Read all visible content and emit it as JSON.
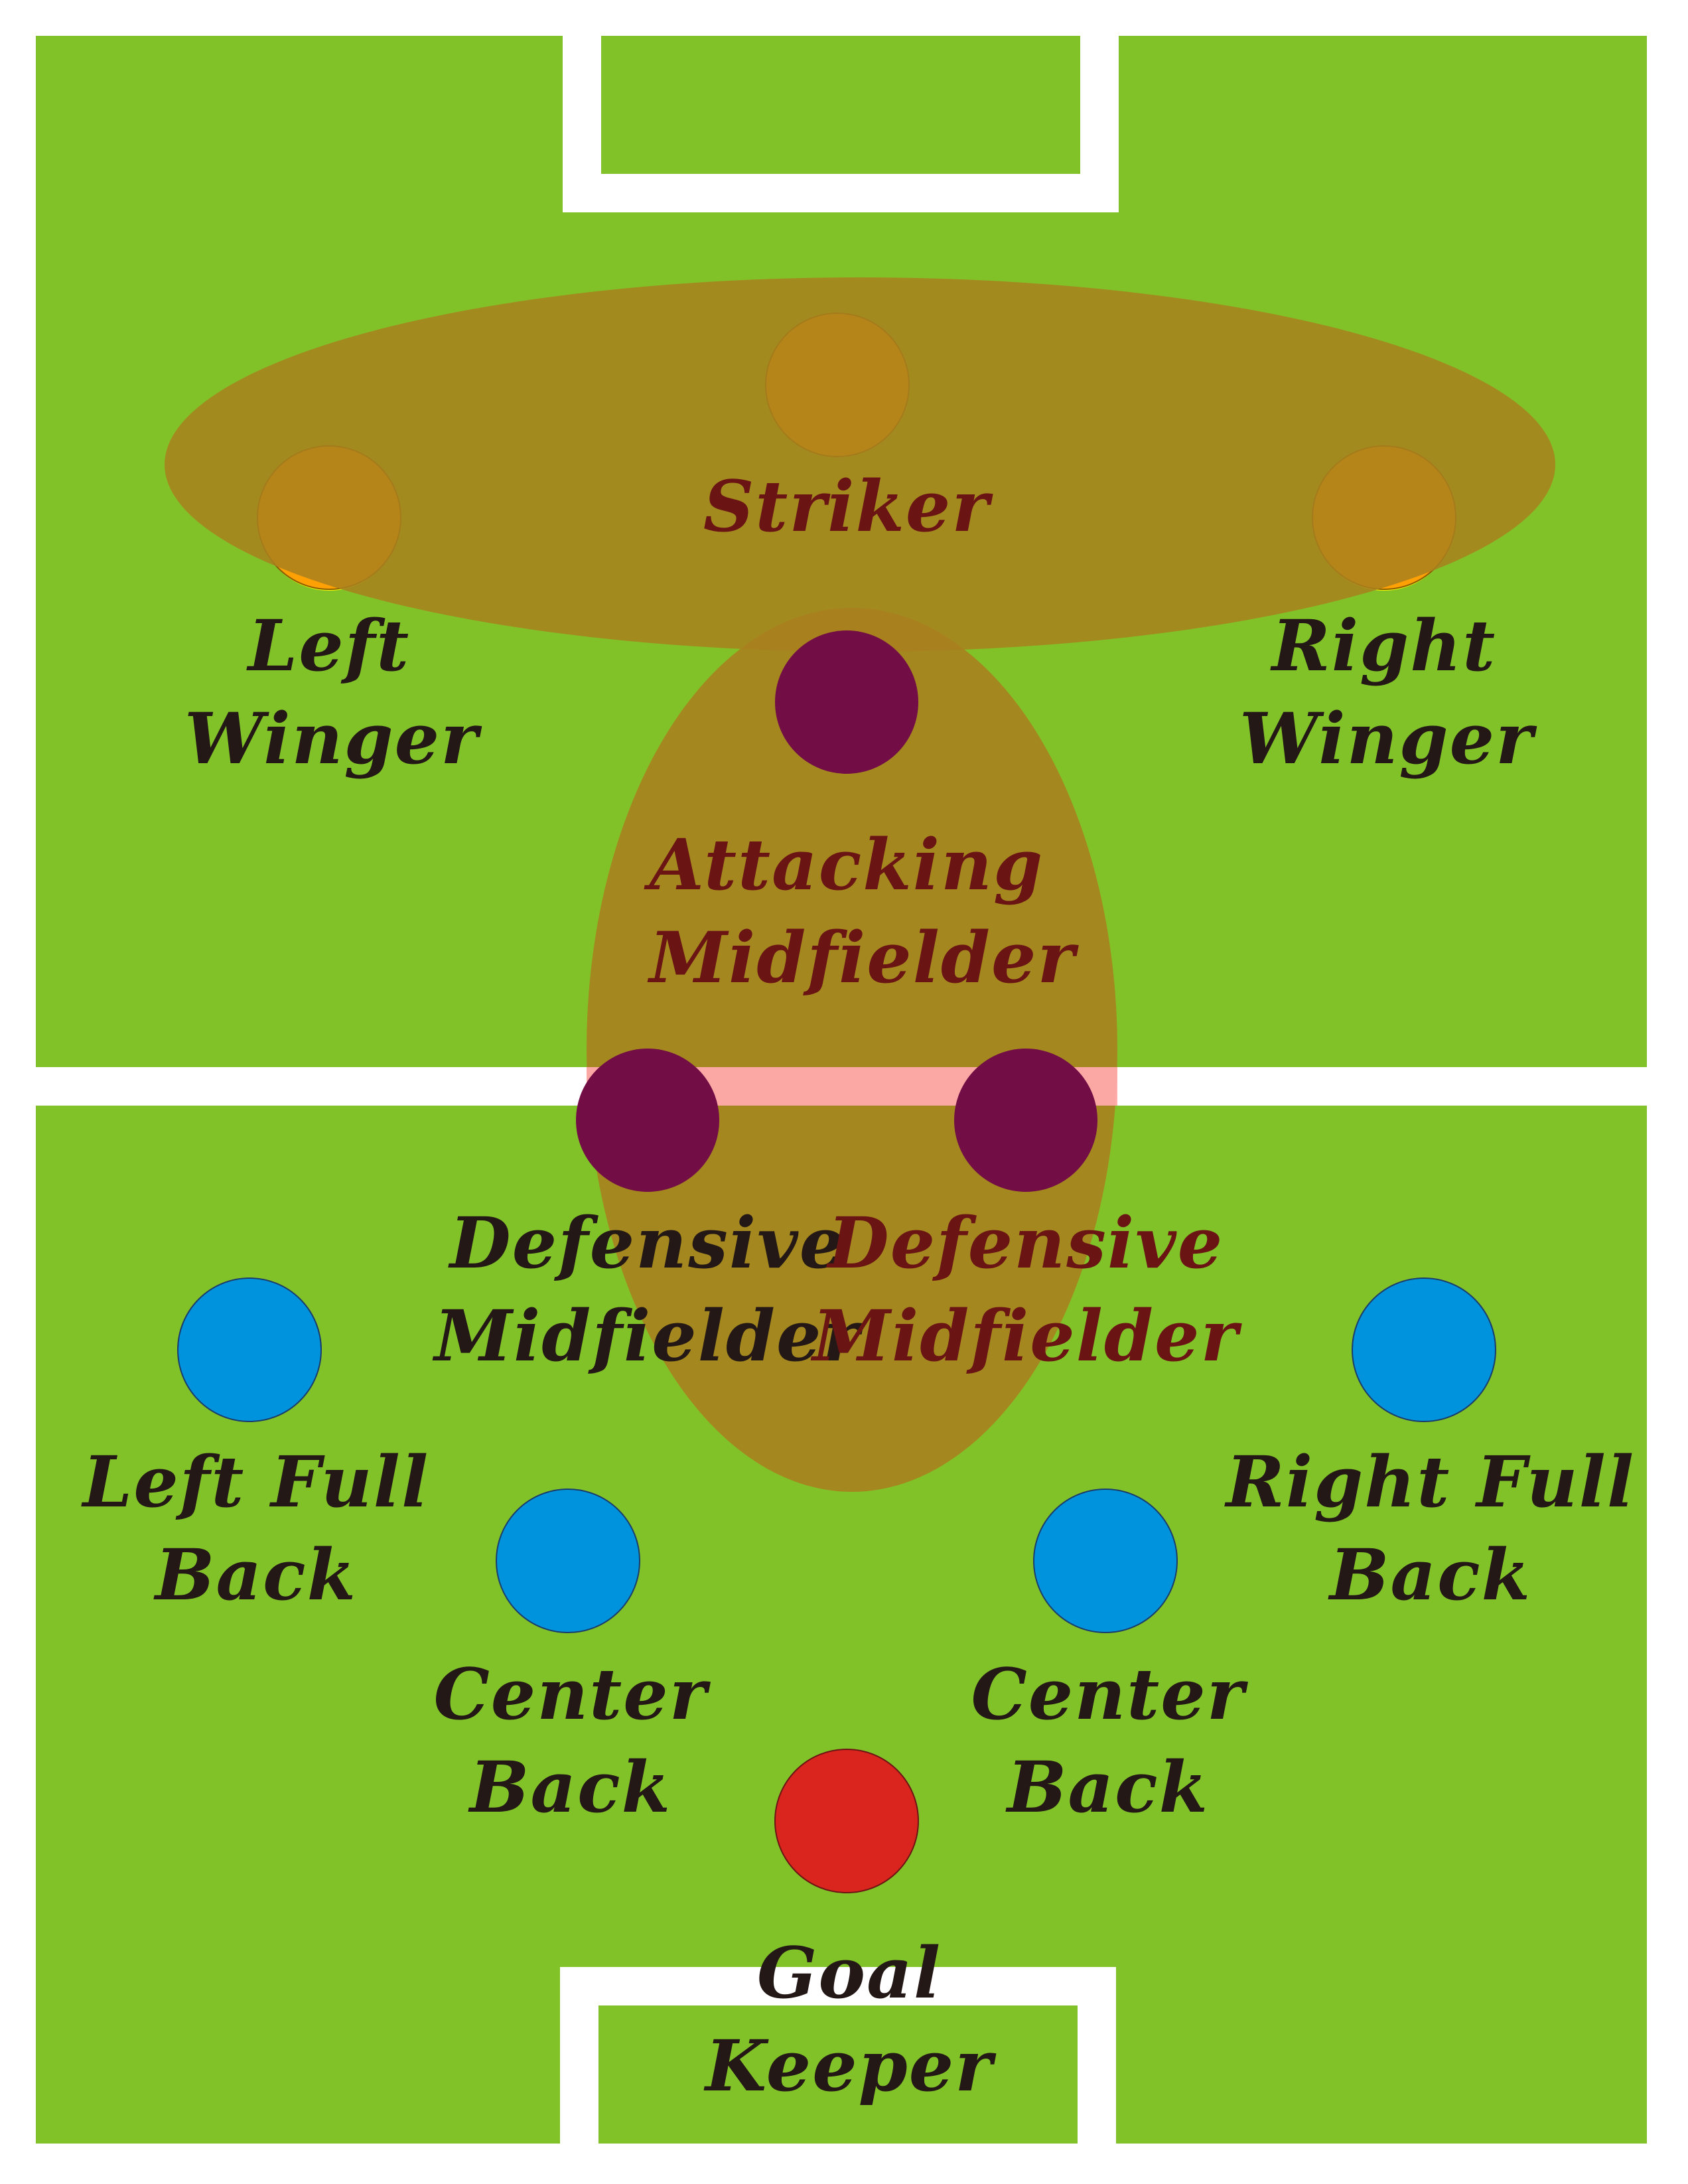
{
  "colors": {
    "grass": "#82c229",
    "lines": "#ffffff",
    "forward": "#ffa005",
    "midfielder": "#730d46",
    "defender": "#0093dd",
    "goalkeeper": "#d9251d",
    "zone": "#a9801e",
    "label_dark": "#231815",
    "label_red": "#6b1414",
    "yellow_tint": "#ffff00",
    "pink_halfway": "#ffaaaa"
  },
  "labels": {
    "striker": "Striker",
    "left_winger_1": "Left",
    "left_winger_2": "Winger",
    "right_winger_1": "Right",
    "right_winger_2": "Winger",
    "attacking_mid_1": "Attacking",
    "attacking_mid_2": "Midfielder",
    "def_mid_left_1": "Defensive",
    "def_mid_left_2": "Midfielder",
    "def_mid_right_1": "Defensive",
    "def_mid_right_2": "Midfielder",
    "left_full_back_1": "Left Full",
    "left_full_back_2": "Back",
    "right_full_back_1": "Right Full",
    "right_full_back_2": "Back",
    "center_back_left_1": "Center",
    "center_back_left_2": "Back",
    "center_back_right_1": "Center",
    "center_back_right_2": "Back",
    "goal_keeper_1": "Goal",
    "goal_keeper_2": "Keeper"
  }
}
